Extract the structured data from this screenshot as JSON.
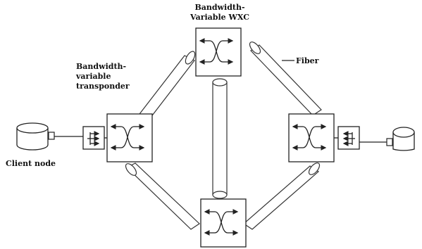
{
  "labels": {
    "wxc_top_line1": "Bandwidth-",
    "wxc_top_line2": "Variable WXC",
    "transponder_line1": "Bandwidth-",
    "transponder_line2": "variable",
    "transponder_line3": "transponder",
    "fiber": "Fiber",
    "client_node": "Client node"
  },
  "nodes": [
    "wxc-top",
    "wxc-left",
    "wxc-right",
    "wxc-bottom"
  ],
  "colors": {
    "stroke": "#222222",
    "fill": "#ffffff"
  }
}
